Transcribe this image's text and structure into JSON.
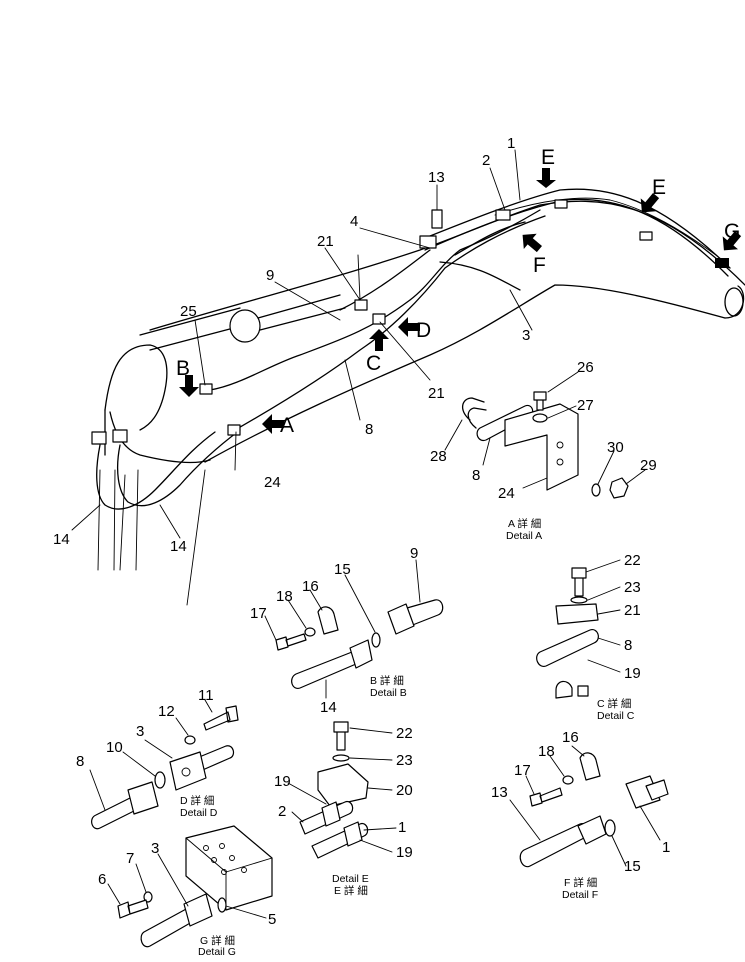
{
  "callouts": {
    "n1_top": "1",
    "n2_top": "2",
    "n3_main": "3",
    "n4": "4",
    "n8_main": "8",
    "n9_main": "9",
    "n13_main": "13",
    "n14_left": "14",
    "n14_mid": "14",
    "n21_upper": "21",
    "n21_lower": "21",
    "n24_main": "24",
    "n25": "25",
    "A_n26": "26",
    "A_n27": "27",
    "A_n28": "28",
    "A_n8": "8",
    "A_n24": "24",
    "A_n30": "30",
    "A_n29": "29",
    "B_n9": "9",
    "B_n15": "15",
    "B_n16": "16",
    "B_n18": "18",
    "B_n17": "17",
    "B_n14": "14",
    "C_n22": "22",
    "C_n23": "23",
    "C_n21": "21",
    "C_n8": "8",
    "C_n19": "19",
    "D_n11": "11",
    "D_n12": "12",
    "D_n3": "3",
    "D_n10": "10",
    "D_n8": "8",
    "E_n22": "22",
    "E_n23": "23",
    "E_n20": "20",
    "E_n19a": "19",
    "E_n2": "2",
    "E_n1": "1",
    "E_n19b": "19",
    "F_n16": "16",
    "F_n18": "18",
    "F_n17": "17",
    "F_n13": "13",
    "F_n1": "1",
    "F_n15": "15",
    "G_n3": "3",
    "G_n7": "7",
    "G_n6": "6",
    "G_n5": "5"
  },
  "view_markers": {
    "E_upper": "E",
    "E_right": "E",
    "G": "G",
    "F": "F",
    "D": "D",
    "C": "C",
    "B": "B",
    "A": "A"
  },
  "details": {
    "A": {
      "jp": "A 詳 細",
      "en": "Detail  A"
    },
    "B": {
      "jp": "B 詳 細",
      "en": "Detail  B"
    },
    "C": {
      "jp": "C 詳 細",
      "en": "Detail  C"
    },
    "D": {
      "jp": "D 詳 細",
      "en": "Detail  D"
    },
    "E": {
      "en": "Detail  E",
      "jp": "E 詳 細"
    },
    "F": {
      "jp": "F 詳 細",
      "en": "Detail  F"
    },
    "G": {
      "jp": "G 詳 細",
      "en": "Detail  G"
    }
  }
}
